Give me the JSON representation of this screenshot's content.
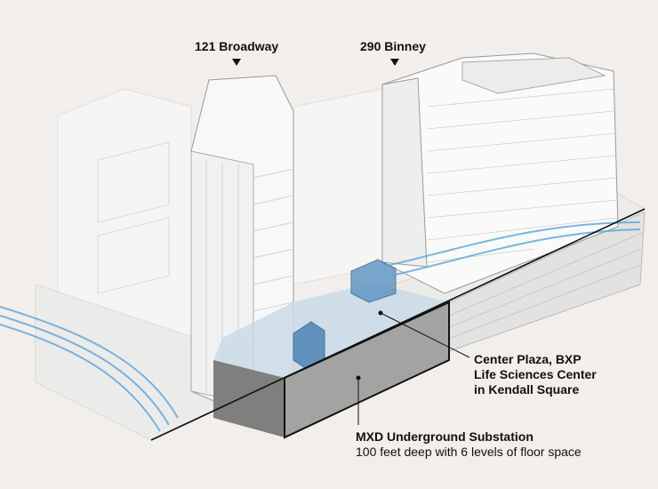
{
  "labels": {
    "broadway": "121 Broadway",
    "binney": "290 Binney",
    "plaza_line1": "Center Plaza, BXP",
    "plaza_line2": "Life Sciences Center",
    "plaza_line3": "in Kendall Square",
    "substation_title": "MXD Underground Substation",
    "substation_desc": "100 feet deep with 6 levels of floor space"
  },
  "colors": {
    "background": "#f1eeeb",
    "substation": "#9a9a98",
    "plaza": "#c9dbe6",
    "cable": "#5aa5d8"
  }
}
